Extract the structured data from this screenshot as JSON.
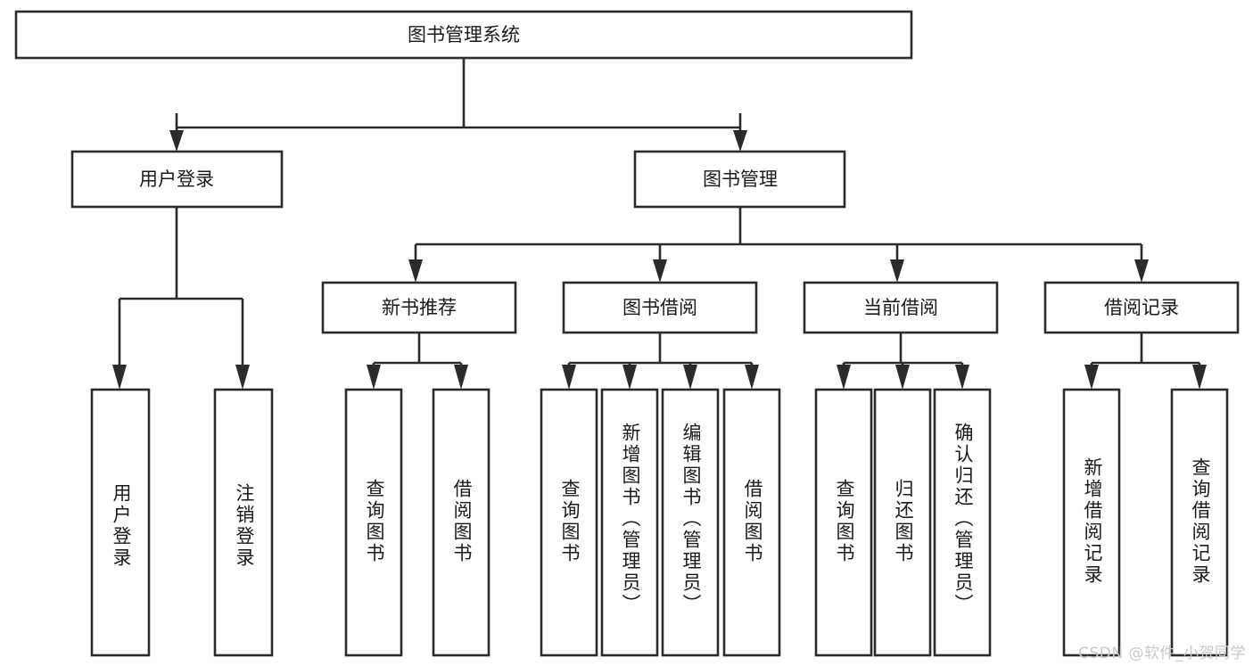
{
  "diagram": {
    "title": "图书管理系统",
    "type": "tree-hierarchy-chart",
    "root": {
      "label": "图书管理系统"
    },
    "level2": [
      {
        "label": "用户登录"
      },
      {
        "label": "图书管理"
      }
    ],
    "level3": [
      {
        "label": "新书推荐"
      },
      {
        "label": "图书借阅"
      },
      {
        "label": "当前借阅"
      },
      {
        "label": "借阅记录"
      }
    ],
    "leaves_user_login": [
      {
        "label": "用户登录"
      },
      {
        "label": "注销登录"
      }
    ],
    "leaves_new_book": [
      {
        "label": "查询图书"
      },
      {
        "label": "借阅图书"
      }
    ],
    "leaves_borrow": [
      {
        "label": "查询图书"
      },
      {
        "label": "新增图书（管理员）"
      },
      {
        "label": "编辑图书（管理员）"
      },
      {
        "label": "借阅图书"
      }
    ],
    "leaves_current": [
      {
        "label": "查询图书"
      },
      {
        "label": "归还图书"
      },
      {
        "label": "确认归还（管理员）"
      }
    ],
    "leaves_record": [
      {
        "label": "新增借阅记录"
      },
      {
        "label": "查询借阅记录"
      }
    ]
  },
  "watermark": {
    "text": "CSDN @软件_小贺同学"
  },
  "colors": {
    "stroke": "#2b2b2b",
    "box_fill": "#ffffff",
    "text": "#1a1a1a",
    "watermark": "#c9c9c9",
    "background": "#ffffff"
  }
}
